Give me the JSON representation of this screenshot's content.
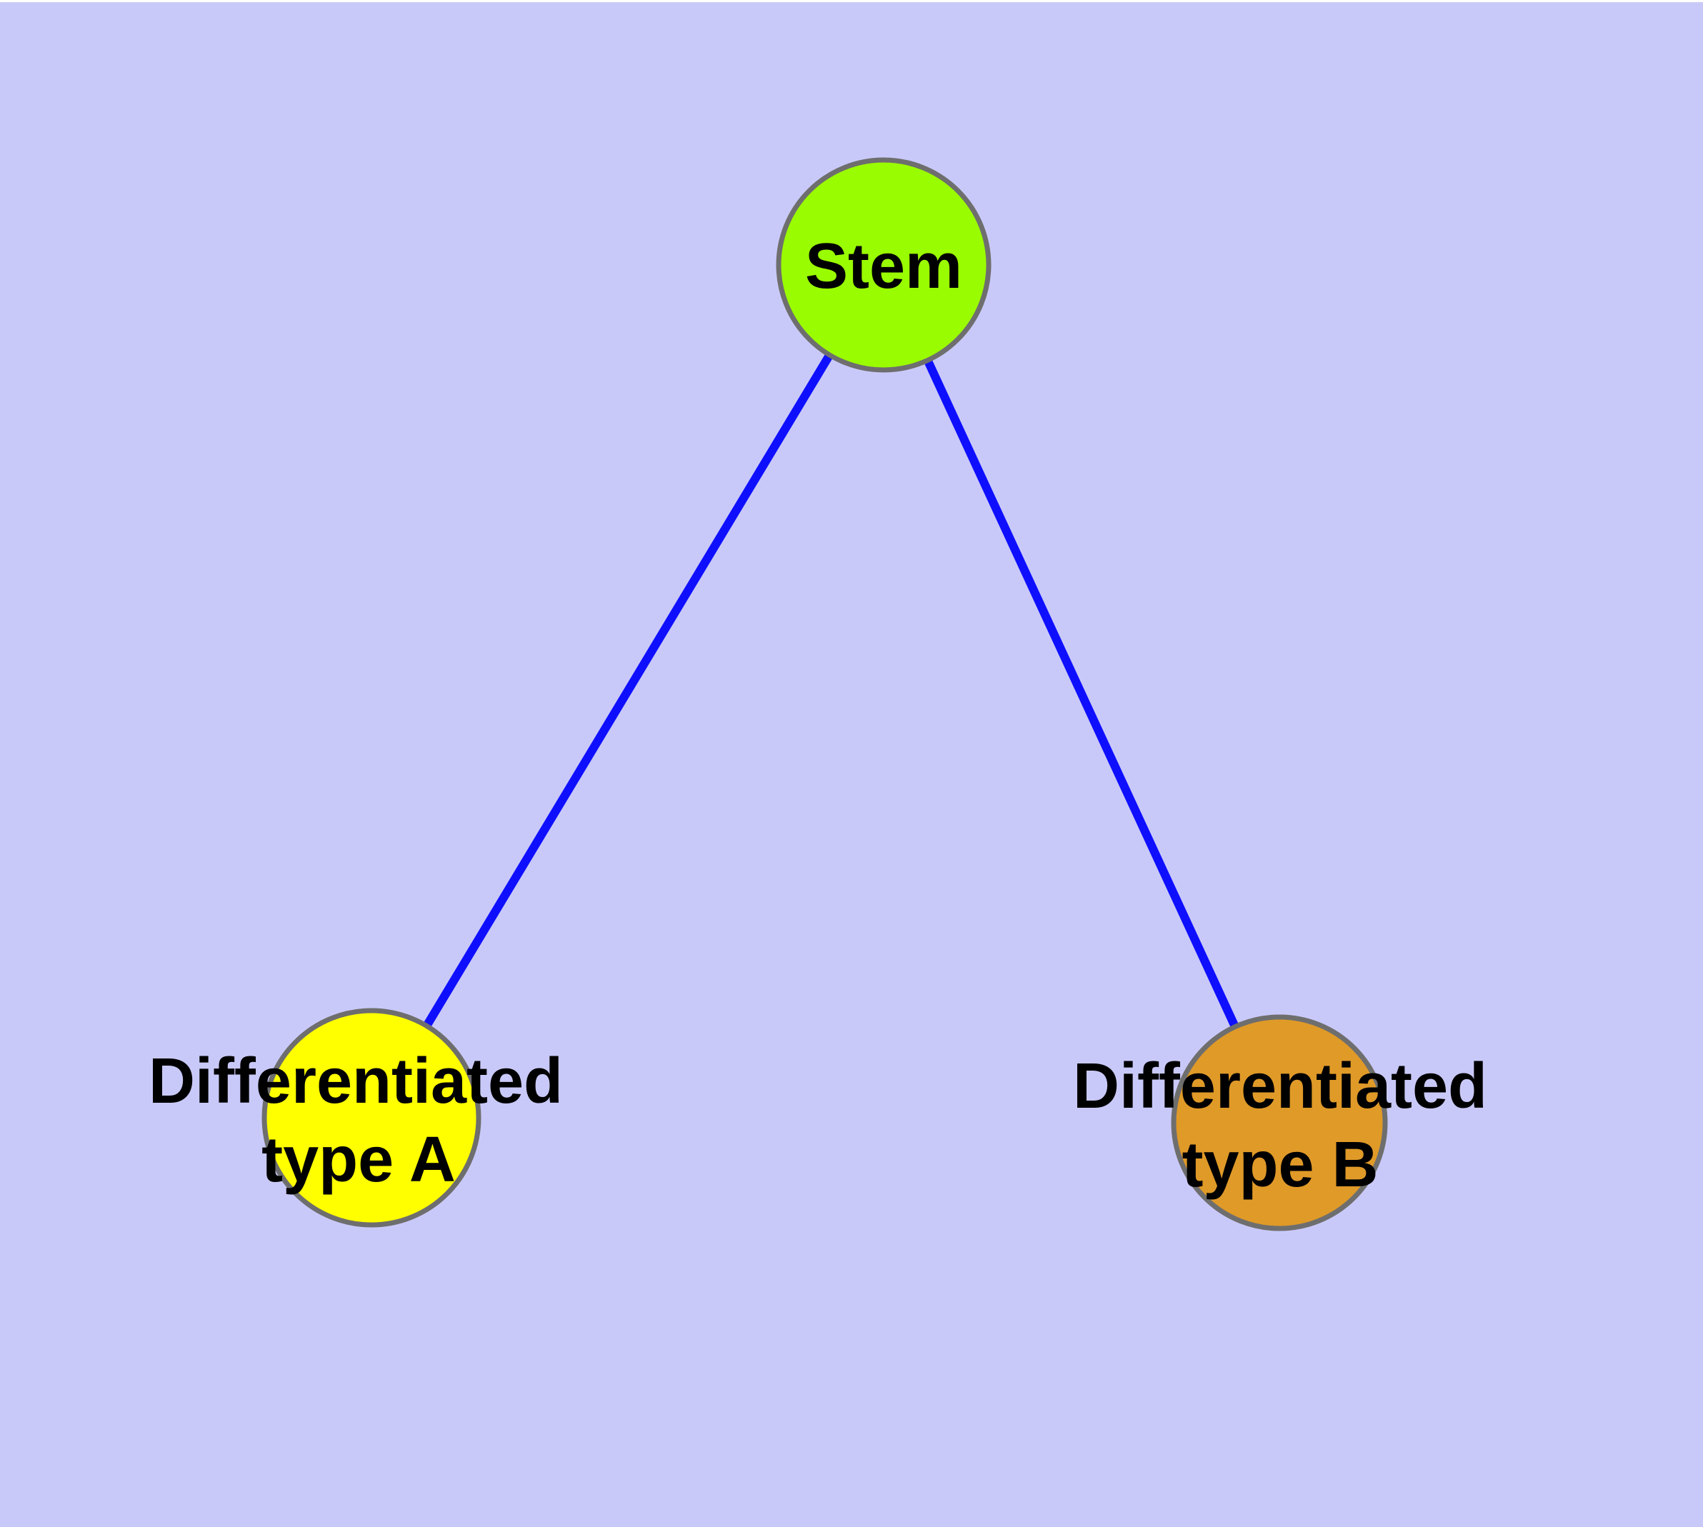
{
  "colors": {
    "background": "#C9C9F9",
    "top_strip": "#FFFFFF",
    "edge": "#0F0FFF",
    "node_border": "#6E6E6E",
    "text": "#000000"
  },
  "graph": {
    "nodes": [
      {
        "id": "stem",
        "label": "Stem",
        "fill": "#9AFC00"
      },
      {
        "id": "type_a",
        "label": "Differentiated type A",
        "label_line1": "Differentiated",
        "label_line2": "type A",
        "fill": "#FFFF00"
      },
      {
        "id": "type_b",
        "label": "Differentiated type B",
        "label_line1": "Differentiated",
        "label_line2": "type B",
        "fill": "#E09A28"
      }
    ],
    "edges": [
      {
        "from": "Stem",
        "to": "Differentiated type A"
      },
      {
        "from": "Stem",
        "to": "Differentiated type B"
      }
    ]
  }
}
